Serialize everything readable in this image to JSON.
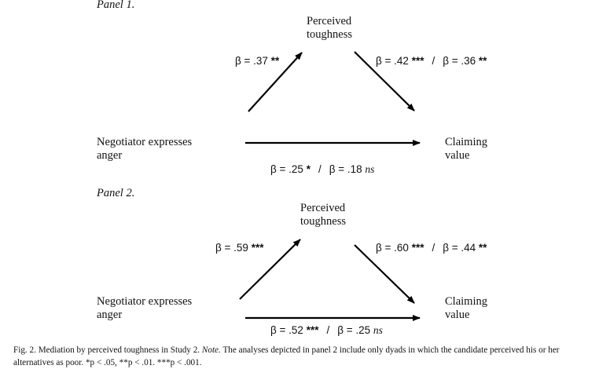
{
  "panels": [
    {
      "label": "Panel 1.",
      "mediator": [
        "Perceived",
        "toughness"
      ],
      "predictor": [
        "Negotiator expresses",
        "anger"
      ],
      "outcome": [
        "Claiming",
        "value"
      ],
      "path_a": {
        "prefix": "β = .37",
        "stars": "**"
      },
      "path_b": [
        {
          "prefix": "β = .42",
          "stars": "***"
        },
        {
          "prefix": "β = .36",
          "stars": "**"
        }
      ],
      "path_c": [
        {
          "prefix": "β = .25",
          "stars": "*"
        },
        {
          "prefix": "β = .18",
          "ns": "ns"
        }
      ]
    },
    {
      "label": "Panel 2.",
      "mediator": [
        "Perceived",
        "toughness"
      ],
      "predictor": [
        "Negotiator expresses",
        "anger"
      ],
      "outcome": [
        "Claiming",
        "value"
      ],
      "path_a": {
        "prefix": "β = .59",
        "stars": "***"
      },
      "path_b": [
        {
          "prefix": "β = .60",
          "stars": "***"
        },
        {
          "prefix": "β = .44",
          "stars": "**"
        }
      ],
      "path_c": [
        {
          "prefix": "β = .52",
          "stars": "***"
        },
        {
          "prefix": "β = .25",
          "ns": "ns"
        }
      ]
    }
  ],
  "separator": "/",
  "caption": {
    "lead": "Fig. 2. Mediation by perceived toughness in Study 2.",
    "note_label": "Note.",
    "body": "The analyses depicted in panel 2 include only dyads in which the candidate perceived his or her alternatives as poor. *p < .05, **p < .01. ***p < .001."
  }
}
